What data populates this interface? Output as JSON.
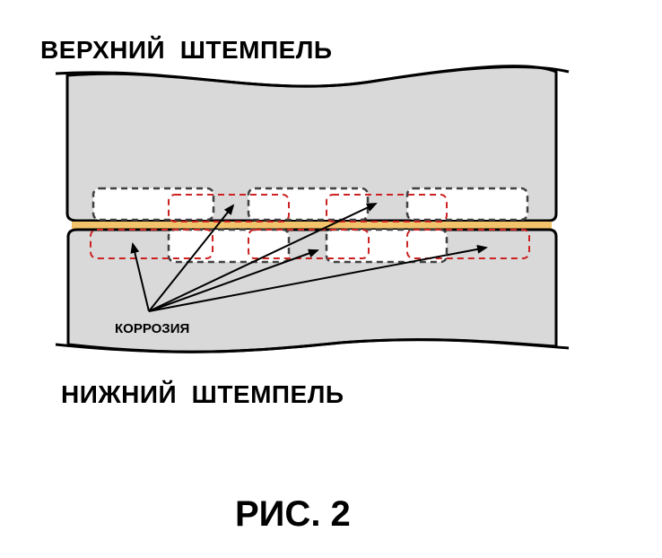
{
  "labels": {
    "upper_punch": "ВЕРХНИЙ  ШТЕМПЕЛЬ",
    "lower_punch": "НИЖНИЙ  ШТЕМПЕЛЬ",
    "corrosion": "КОРРОЗИЯ",
    "figure": "РИС. 2"
  },
  "colors": {
    "punch_fill": "#d9d9d9",
    "outline": "#000000",
    "gap_strip": "#f2c36b",
    "dashed_gray": "#404040",
    "dashed_red": "#cc2222",
    "pocket_fill": "#ffffff"
  }
}
